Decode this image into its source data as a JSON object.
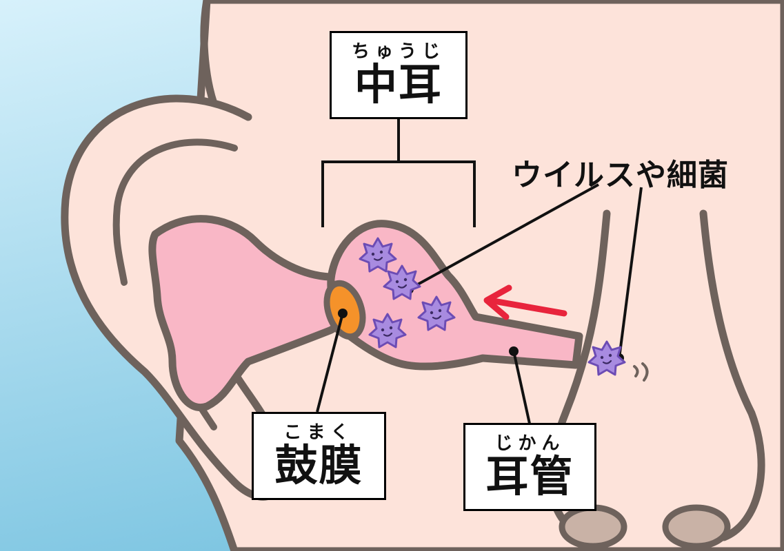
{
  "labels": {
    "middle_ear": {
      "ruby": "ちゅうじ",
      "main": "中耳"
    },
    "eardrum": {
      "ruby": "こまく",
      "main": "鼓膜"
    },
    "eustachian_tube": {
      "ruby": "じかん",
      "main": "耳管"
    },
    "pathogen": "ウイルスや細菌"
  },
  "colors": {
    "background_blue": "#8ecfe6",
    "skin": "#fde3da",
    "outline": "#6e625c",
    "canal_pink": "#f9b7c6",
    "eardrum_orange": "#f5922a",
    "germ_purple": "#a88be0",
    "arrow_red": "#e8243c"
  },
  "icons": [
    "germ-icon",
    "red-arrow-icon"
  ]
}
